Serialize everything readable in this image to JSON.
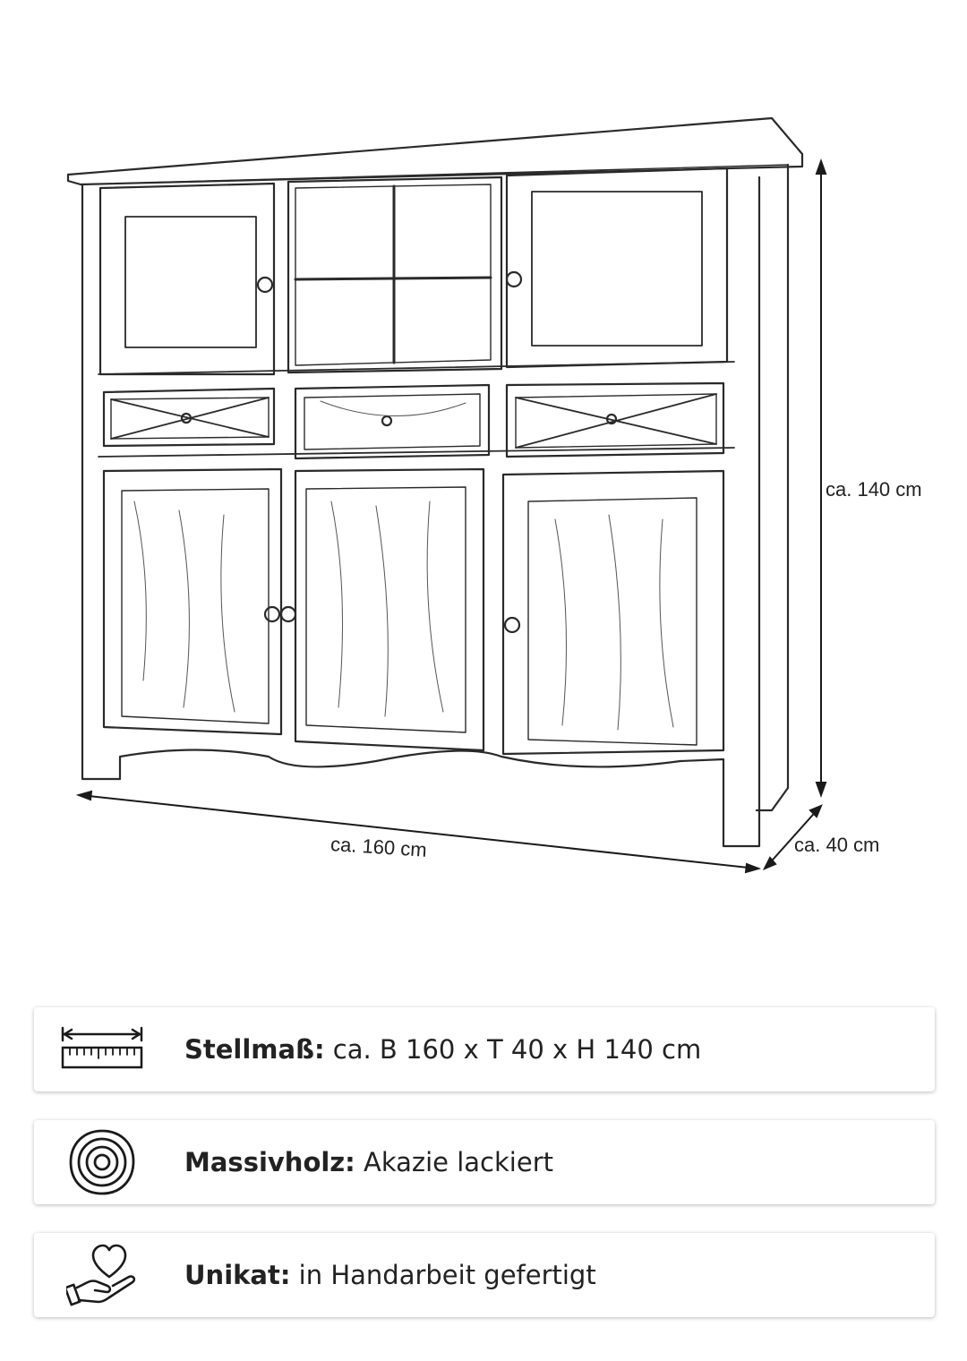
{
  "dimensions": {
    "width_label": "ca. 160 cm",
    "height_label": "ca. 140 cm",
    "depth_label": "ca. 40 cm"
  },
  "features": [
    {
      "icon": "ruler-icon",
      "label": "Stellmaß:",
      "value": "ca. B 160 x T 40 x H 140 cm"
    },
    {
      "icon": "wood-rings-icon",
      "label": "Massivholz:",
      "value": "Akazie lackiert"
    },
    {
      "icon": "heart-hand-icon",
      "label": "Unikat:",
      "value": "in Handarbeit gefertigt"
    }
  ]
}
